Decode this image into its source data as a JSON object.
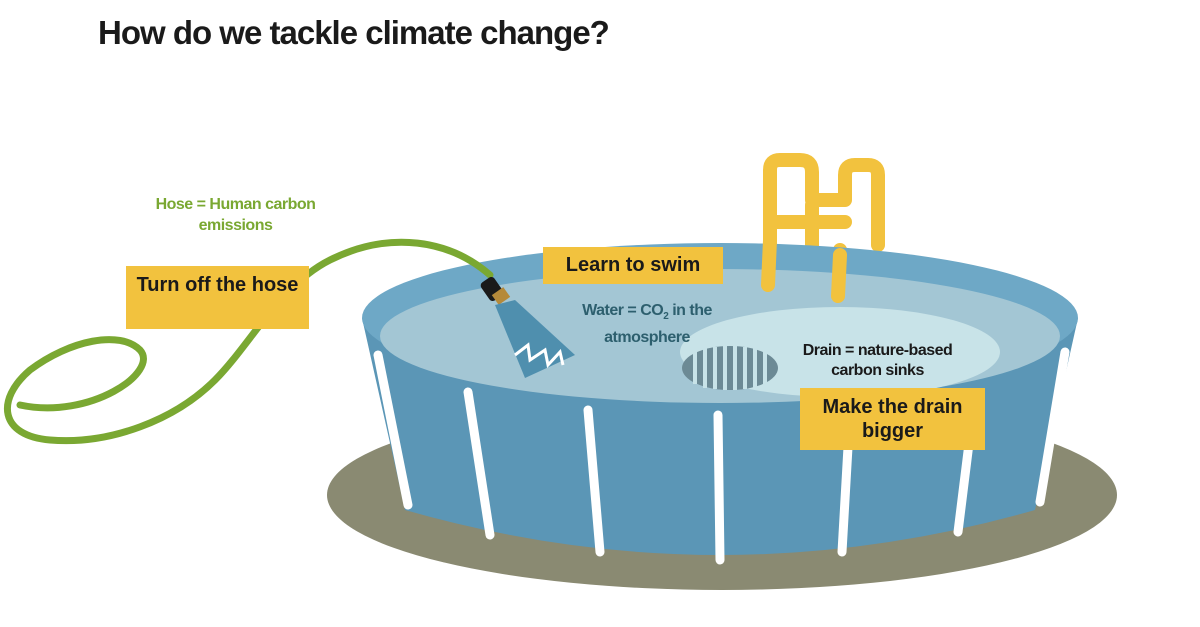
{
  "title": "How do we tackle climate change?",
  "labels": {
    "hose": "Hose = Human carbon emissions",
    "water_prefix": "Water = CO",
    "water_sub": "2",
    "water_suffix": " in the atmosphere",
    "drain": "Drain = nature-based carbon sinks"
  },
  "actions": {
    "hose": "Turn off the hose",
    "swim": "Learn to swim",
    "drain": "Make the drain bigger"
  },
  "colors": {
    "box": "#f2c23e",
    "hose": "#7aa832",
    "pool": "#5b9ab9",
    "water": "#a8cbd6",
    "ladder": "#f2c23e",
    "ground": "#8a8a72"
  }
}
